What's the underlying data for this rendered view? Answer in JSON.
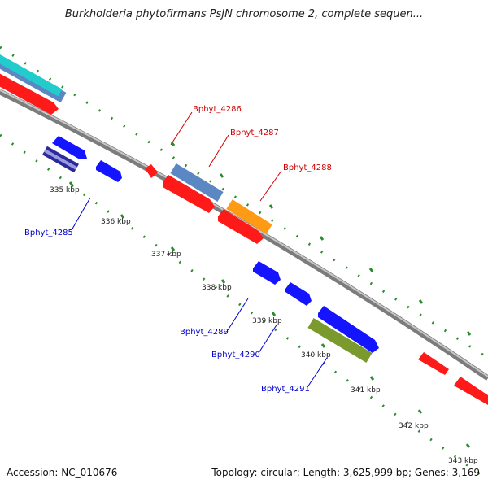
{
  "title": "Burkholderia phytofirmans PsJN chromosome 2, complete sequen...",
  "footer": {
    "accession": "Accession: NC_010676",
    "topology": "Topology: circular; Length: 3,625,999 bp; Genes: 3,169"
  },
  "colors": {
    "backbone": "#8a8a8a",
    "tick": "#2e8b2e",
    "red_feature": "#ff1a1a",
    "blue_feature": "#1414ff",
    "steelblue_feature": "#5b87c2",
    "cyan_feature": "#22cccc",
    "orange_feature": "#ff9a14",
    "olive_feature": "#7a9a2e",
    "navy_feature": "#2a2a9a",
    "label_red": "#cc0000",
    "label_blue": "#0000cc"
  },
  "ruler": [
    "335 kbp",
    "336 kbp",
    "337 kbp",
    "338 kbp",
    "339 kbp",
    "340 kbp",
    "341 kbp",
    "342 kbp",
    "343 kbp"
  ],
  "gene_labels_outer": [
    "Bphyt_4286",
    "Bphyt_4287",
    "Bphyt_4288"
  ],
  "gene_labels_inner": [
    "Bphyt_4285",
    "Bphyt_4289",
    "Bphyt_4290",
    "Bphyt_4291"
  ]
}
